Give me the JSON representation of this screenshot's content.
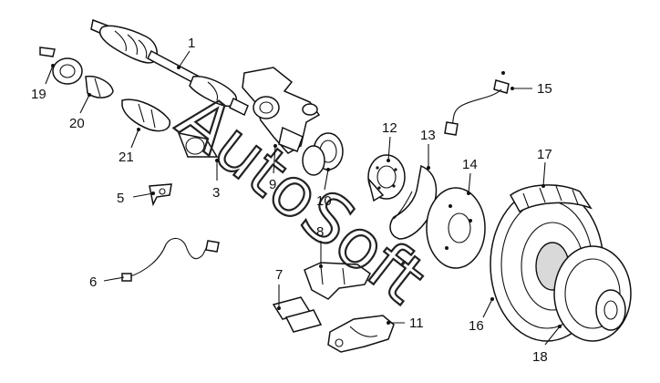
{
  "watermark": "AutoSoft",
  "callouts": [
    {
      "id": "c1",
      "label": "1"
    },
    {
      "id": "c3",
      "label": "3"
    },
    {
      "id": "c5",
      "label": "5"
    },
    {
      "id": "c6",
      "label": "6"
    },
    {
      "id": "c7",
      "label": "7"
    },
    {
      "id": "c8",
      "label": "8"
    },
    {
      "id": "c9",
      "label": "9"
    },
    {
      "id": "c10",
      "label": "10"
    },
    {
      "id": "c11",
      "label": "11"
    },
    {
      "id": "c12",
      "label": "12"
    },
    {
      "id": "c13",
      "label": "13"
    },
    {
      "id": "c14",
      "label": "14"
    },
    {
      "id": "c15",
      "label": "15"
    },
    {
      "id": "c16",
      "label": "16"
    },
    {
      "id": "c17",
      "label": "17"
    },
    {
      "id": "c18",
      "label": "18"
    },
    {
      "id": "c19",
      "label": "19"
    },
    {
      "id": "c20",
      "label": "20"
    },
    {
      "id": "c21",
      "label": "21"
    }
  ]
}
